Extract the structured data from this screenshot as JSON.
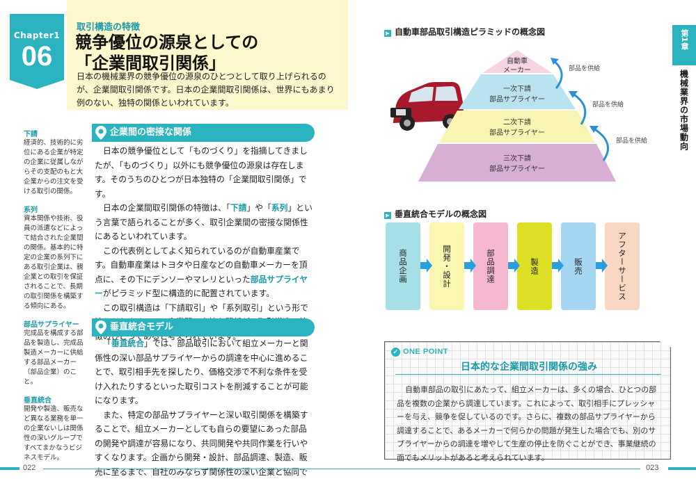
{
  "left_page": {
    "chapter_label": "Chapter1",
    "chapter_number": "06",
    "section_subtitle": "取引構造の特徴",
    "title_line1": "競争優位の源泉としての",
    "title_line2": "「企業間取引関係」",
    "lead": "日本の機械業界の競争優位の源泉のひとつとして取り上げられるのが、企業間取引関係です。日本の企業間取引関係は、世界にもあまり例のない、独特の関係といわれています。",
    "glossary": [
      {
        "term": "下請",
        "desc": "経済的、技術的に劣位にある企業が特定の企業に従属しながらその支配のもと大企業からの注文を受ける取引の関係。"
      },
      {
        "term": "系列",
        "desc": "資本関係や技術、役員の派遣などによって結合された企業間の関係。基本的に特定の企業の系列下にある取引企業は、親企業との取引を保証されることで、長期の取引関係を構築する傾向にある。"
      },
      {
        "term": "部品サプライヤー",
        "desc": "完成品を構成する部品を製造し、完成品製造メーカーに供給する部品メーカー（部品企業）のこと。"
      },
      {
        "term": "垂直統合",
        "desc": "開発や製造、販売など異なる業務を単一の企業ないしは関係性の深いグループですべてまかなうビジネスモデル。"
      }
    ],
    "section1": {
      "heading": "企業間の密接な関係",
      "p1": "日本の競争優位として「ものづくり」を指摘してきましたが、「ものづくり」以外にも競争優位の源泉は存在します。そのうちのひとつが日本独特の「企業間取引関係」です。",
      "p2a": "日本の企業間取引関係の特徴は、「",
      "p2_hl1": "下請",
      "p2b": "」や「",
      "p2_hl2": "系列",
      "p2c": "」という言葉で語られることが多く、取引企業間の密接な関係性にあるといわれています。",
      "p3a": "この代表例としてよく知られているのが自動車産業です。自動車産業はトヨタや日産などの自動車メーカーを頂点に、その下にデンソーやマレリといった",
      "p3_hl": "部品サプライヤー",
      "p3b": "がピラミッド型に構造的に配置されています。",
      "p4": "この取引構造は「下請取引」や「系列取引」という形で論じられます。この企業間の密接な関係が、取引構造の特徴のひとつであると考えられています。"
    },
    "section2": {
      "heading": "垂直統合モデル",
      "p1a": "「",
      "p1_hl": "垂直統合",
      "p1b": "」では、部品取引において組立メーカーと関係性の深い部品サプライヤーからの調達を中心に進めることで、取引相手先を探したり、価格交渉で不利な条件を受け入れたりするといった取引コストを削減することが可能になります。",
      "p2": "また、特定の部品サプライヤーと深い取引関係を構築することで、組立メーカーとしても自らの要望にあった部品の開発や調達が容易になり、共同開発や共同作業を行いやすくなります。企画から開発・設計、部品調達、製造、販売に至るまで、自社のみならず関係性の深い企業と協同で行うことで高い効率性が実現されます。"
    },
    "folio": "022"
  },
  "right_page": {
    "tab_chapter": "第1章",
    "tab_title": "機械業界の市場動向",
    "figure1": {
      "title": "自動車部品取引構造ピラミッドの概念図",
      "levels": [
        {
          "l1": "自動車",
          "l2": "メーカー",
          "color": "#f7d4e3"
        },
        {
          "l1": "一次下請",
          "l2": "部品サプライヤー",
          "color": "#b9e4ef"
        },
        {
          "l1": "二次下請",
          "l2": "部品サプライヤー",
          "color": "#faf4b4"
        },
        {
          "l1": "三次下請",
          "l2": "部品サプライヤー",
          "color": "#d7aed4"
        }
      ],
      "supply_label": "部品を供給"
    },
    "figure2": {
      "title": "垂直統合モデルの概念図",
      "steps": [
        {
          "label": "商品企画",
          "color": "#a7dfe6"
        },
        {
          "label": "開発・設計",
          "color": "#fbf6b0"
        },
        {
          "label": "部品調達",
          "color": "#f6b8d0"
        },
        {
          "label": "製造",
          "color": "#dde024"
        },
        {
          "label": "販売",
          "color": "#a5d7f2"
        },
        {
          "label": "アフターサービス",
          "color": "#fad7c3"
        }
      ]
    },
    "one_point": {
      "label": "ONE POINT",
      "title": "日本的な企業間取引関係の強み",
      "body": "自動車部品の取引にあたって、組立メーカーは、多くの場合、ひとつの部品を複数の企業から調達しています。これによって、取引相手にプレッシャーを与え、競争を促しているのです。さらに、複数の部品サプライヤーから調達することで、あるメーカーで何らかの問題が発生した場合でも、別のサプライヤーからの調達を増やして生産の停止を防ぐことができ、事業継続の面でもメリットがあると考えられています。"
    },
    "folio": "023"
  }
}
